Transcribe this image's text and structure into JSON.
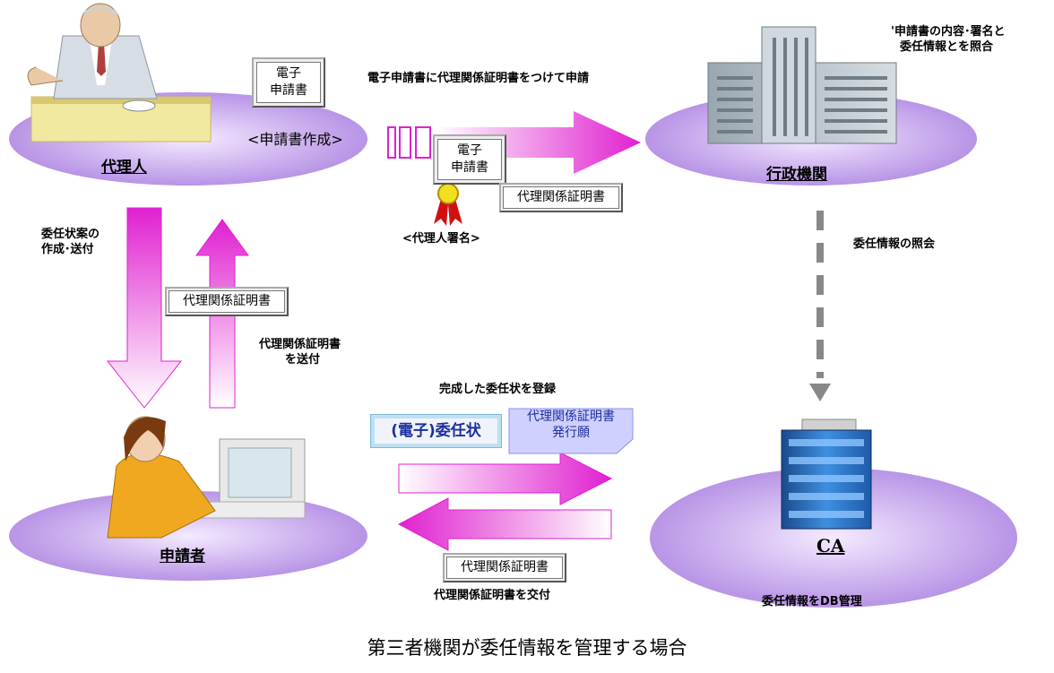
{
  "nodes": {
    "agent": "代理人",
    "ministry": "行政機関",
    "applicant": "申請者",
    "ca": "CA"
  },
  "labels": {
    "create_doc": "<申請書作成>",
    "apply_with_cert": "電子申請書に代理関係証明書をつけて申請",
    "verify_line1": "'申請書の内容･署名と",
    "verify_line2": "委任情報とを照合",
    "agent_sign": "<代理人署名>",
    "draft_line1": "委任状案の",
    "draft_line2": "作成･送付",
    "send_cert_line1": "代理関係証明書",
    "send_cert_line2": "を送付",
    "inquiry": "委任情報の照会",
    "register": "完成した委任状を登録",
    "deliver_cert": "代理関係証明書を交付",
    "db_manage": "委任情報をDB管理"
  },
  "docs": {
    "edoc_line1": "電子",
    "edoc_line2": "申請書",
    "cert": "代理関係証明書",
    "proxy": "(電子)委任状",
    "request_line1": "代理関係証明書",
    "request_line2": "発行願"
  },
  "caption": "第三者機関が委任情報を管理する場合"
}
